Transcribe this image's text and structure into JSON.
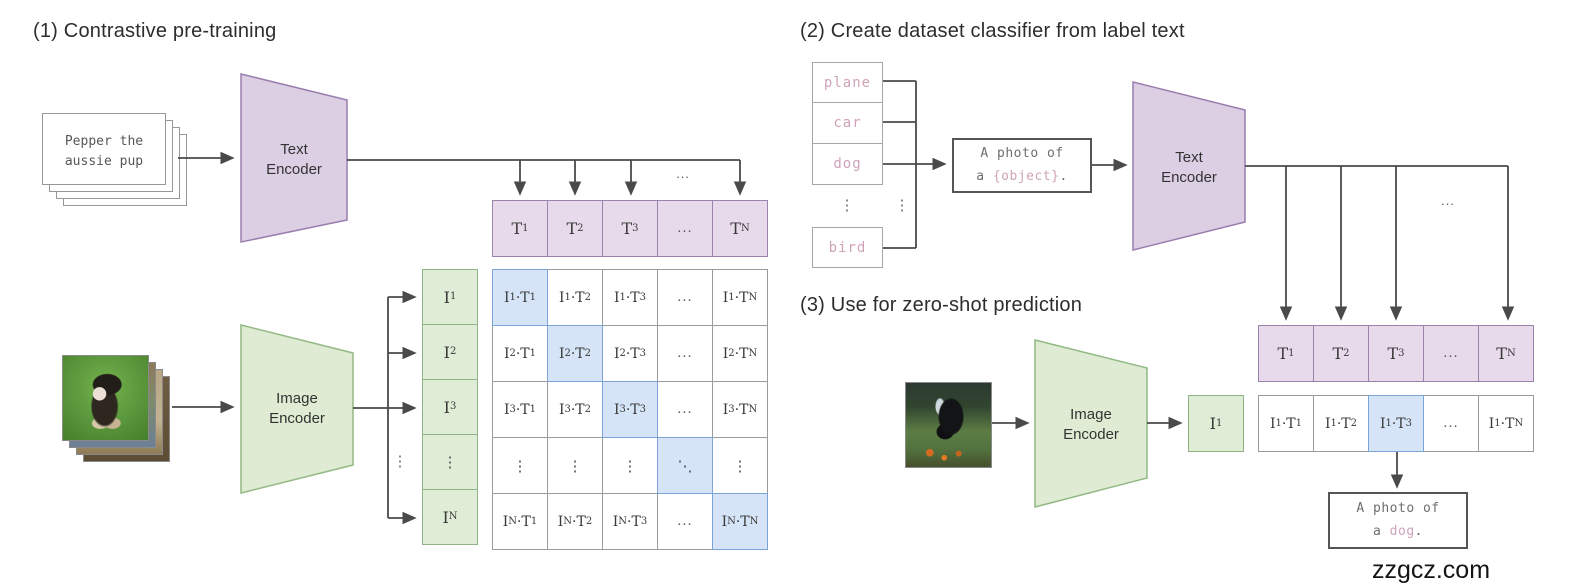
{
  "watermark": "zzgcz.com",
  "colors": {
    "purple_fill": "#dccfe4",
    "purple_border": "#9a7fae",
    "purple_cell_fill": "#e7daeb",
    "purple_cell_border": "#9c81ad",
    "green_fill": "#dfecd3",
    "green_border": "#92b884",
    "blue_highlight_fill": "#d5e4f6",
    "blue_highlight_border": "#7ea3d6",
    "pink_text": "#cfa3b8",
    "line": "#4a4a4a"
  },
  "s1": {
    "title": "(1) Contrastive pre-training",
    "caption_lines": [
      "Pepper the",
      "aussie pup"
    ],
    "text_encoder": [
      "Text",
      "Encoder"
    ],
    "image_encoder": [
      "Image",
      "Encoder"
    ],
    "ellipsis_above": "...",
    "vdots": "⋮",
    "t_cells": [
      "T_1",
      "T_2",
      "T_3",
      "...",
      "T_N"
    ],
    "i_cells": [
      "I_1",
      "I_2",
      "I_3",
      "⋮",
      "I_N"
    ],
    "matrix": [
      [
        "I_1·T_1",
        "I_1·T_2",
        "I_1·T_3",
        "...",
        "I_1·T_N"
      ],
      [
        "I_2·T_1",
        "I_2·T_2",
        "I_2·T_3",
        "...",
        "I_2·T_N"
      ],
      [
        "I_3·T_1",
        "I_3·T_2",
        "I_3·T_3",
        "...",
        "I_3·T_N"
      ],
      [
        "⋮",
        "⋮",
        "⋮",
        "⋱",
        "⋮"
      ],
      [
        "I_N·T_1",
        "I_N·T_2",
        "I_N·T_3",
        "...",
        "I_N·T_N"
      ]
    ]
  },
  "s2": {
    "title": "(2) Create dataset classifier from label text",
    "labels": [
      "plane",
      "car",
      "dog",
      "bird"
    ],
    "vdots": "⋮",
    "prompt": {
      "line1": "A photo of",
      "line2_prefix": "a ",
      "object": "{object}",
      "suffix": "."
    },
    "text_encoder": [
      "Text",
      "Encoder"
    ],
    "ellipsis_above": "...",
    "t_cells": [
      "T_1",
      "T_2",
      "T_3",
      "...",
      "T_N"
    ]
  },
  "s3": {
    "title": "(3) Use for zero-shot prediction",
    "image_encoder": [
      "Image",
      "Encoder"
    ],
    "i1": "I_1",
    "row": [
      "I_1·T_1",
      "I_1·T_2",
      "I_1·T_3",
      "...",
      "I_1·T_N"
    ],
    "result": {
      "line1": "A photo of",
      "line2_prefix": "a ",
      "object": "dog",
      "suffix": "."
    }
  }
}
